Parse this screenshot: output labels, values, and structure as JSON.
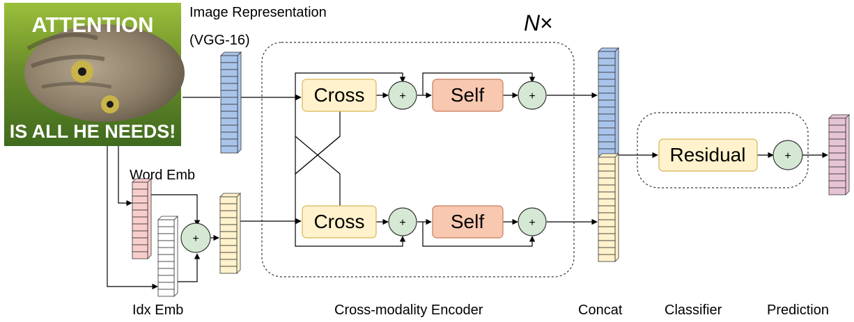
{
  "image": {
    "top_text": "ATTENTION",
    "bottom_text": "IS ALL HE NEEDS!"
  },
  "labels": {
    "image_repr": "Image Representation",
    "vgg": "(VGG-16)",
    "word_emb": "Word Emb",
    "idx_emb": "Idx Emb",
    "nx_n": "N",
    "nx_times": "×",
    "encoder": "Cross-modality Encoder",
    "concat": "Concat",
    "classifier": "Classifier",
    "prediction": "Prediction"
  },
  "blocks": {
    "cross": "Cross",
    "self": "Self",
    "residual": "Residual",
    "plus": "+"
  },
  "colors": {
    "image_vec": "#a9c4eb",
    "word_vec": "#f8cecc",
    "idx_vec": "#ffffff",
    "text_vec": "#fff2cc",
    "cross_box": "#fff2cc",
    "self_box": "#f8c8b0",
    "residual_box": "#fff2cc",
    "plus_node": "#d5e8d4",
    "prediction_vec": "#e6c3d5",
    "stroke": "#333333"
  }
}
